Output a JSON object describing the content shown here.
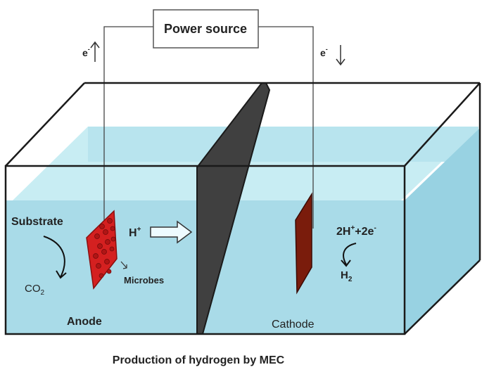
{
  "diagram": {
    "caption": "Production of hydrogen by MEC",
    "power_source": "Power source",
    "electron_left": {
      "base": "e",
      "sup": "-"
    },
    "electron_right": {
      "base": "e",
      "sup": "-"
    },
    "substrate": "Substrate",
    "co2": {
      "base": "CO",
      "sub": "2"
    },
    "anode": "Anode",
    "microbes": "Microbes",
    "proton": {
      "base": "H",
      "sup": "+"
    },
    "cathode": "Cathode",
    "cathode_reaction": {
      "a": "2H",
      "a_sup": "+",
      "b": "+2e",
      "b_sup": "-"
    },
    "h2": {
      "base": "H",
      "sub": "2"
    }
  },
  "colors": {
    "water": "#a9dbe8",
    "water_light": "#c8edf3",
    "membrane": "#404040",
    "anode": "#d42020",
    "cathode": "#7a1c0c",
    "frame": "#1a1a1a"
  }
}
